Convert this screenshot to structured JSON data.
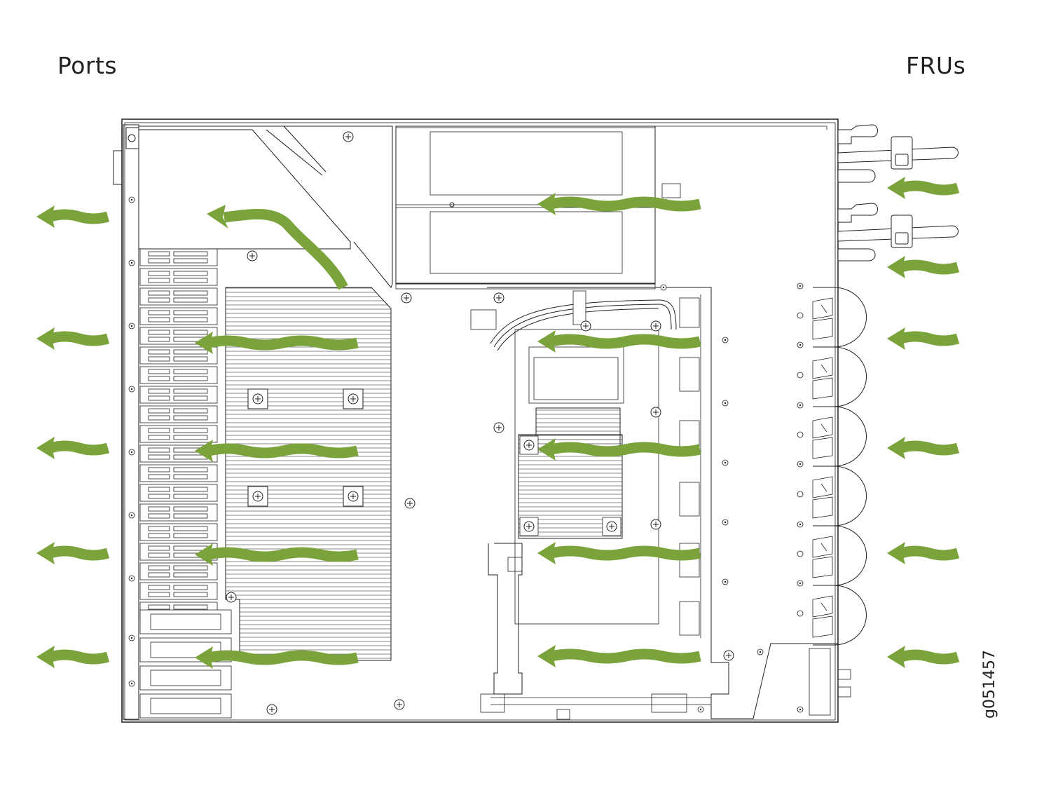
{
  "labels": {
    "exhaust_side": "Ports",
    "intake_side": "FRUs",
    "figure_id": "g051457"
  },
  "colors": {
    "airflow": "#7ba33c",
    "line": "#231f20",
    "background": "#ffffff"
  },
  "airflow": {
    "direction": "intake-to-exhaust",
    "from": "FRUs",
    "to": "Ports"
  },
  "components": {
    "fan_modules": 6,
    "power_supplies": 2
  }
}
